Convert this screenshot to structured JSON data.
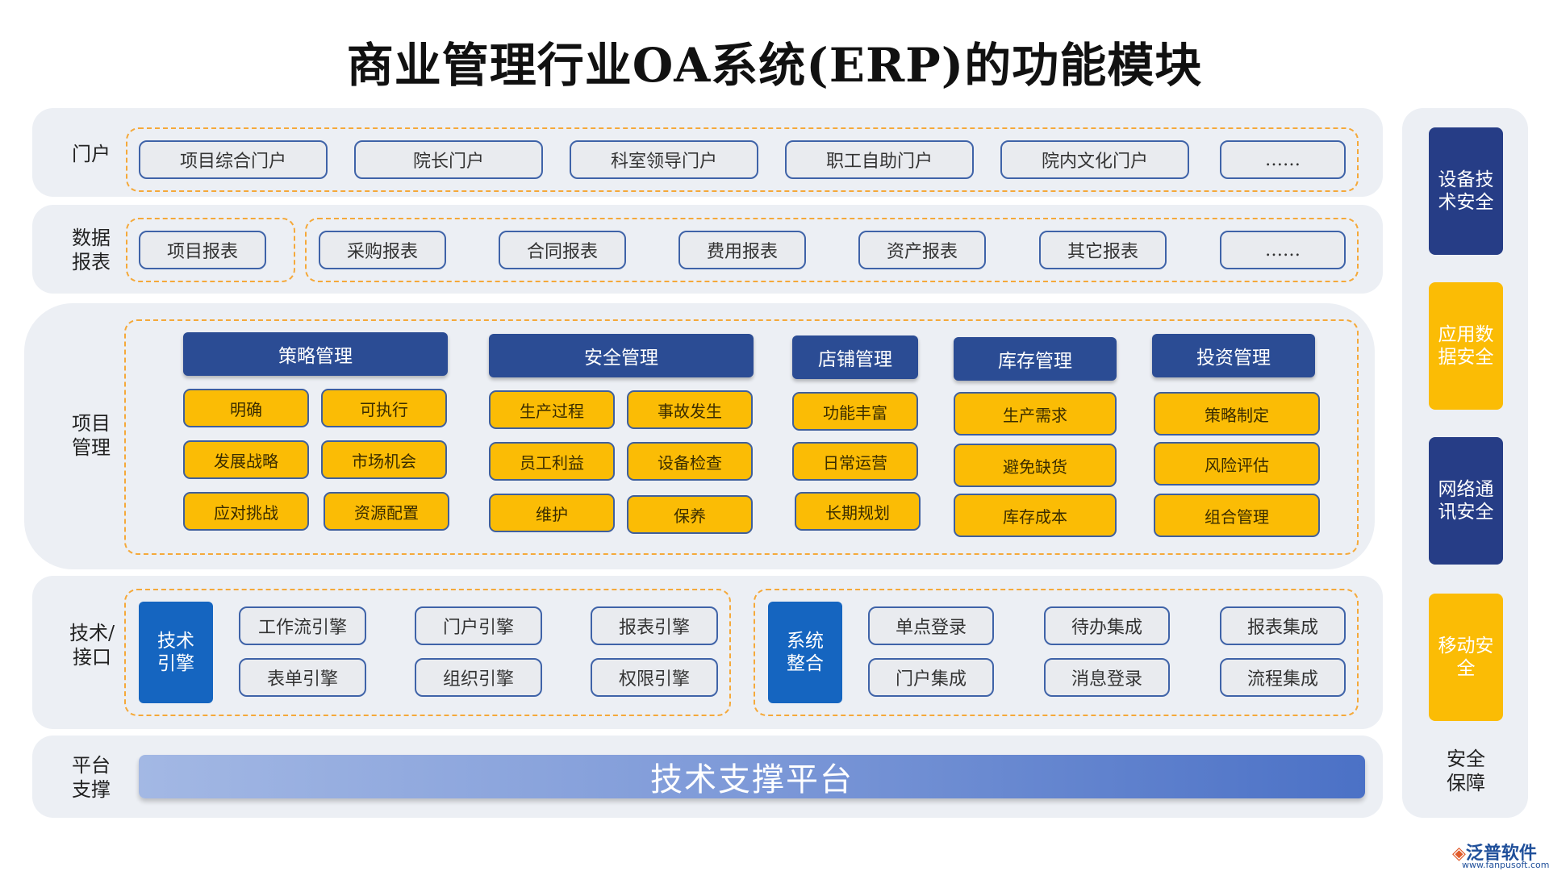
{
  "title": "商业管理行业OA系统(ERP)的功能模块",
  "portal": {
    "label": "门户",
    "items": [
      "项目综合门户",
      "院长门户",
      "科室领导门户",
      "职工自助门户",
      "院内文化门户",
      "……"
    ]
  },
  "reports": {
    "label": "数据\n报表",
    "items": [
      "项目报表",
      "采购报表",
      "合同报表",
      "费用报表",
      "资产报表",
      "其它报表",
      "……"
    ]
  },
  "project": {
    "label": "项目\n管理",
    "groups": [
      {
        "header": "策略管理",
        "items": [
          "明确",
          "可执行",
          "发展战略",
          "市场机会",
          "应对挑战",
          "资源配置"
        ]
      },
      {
        "header": "安全管理",
        "items": [
          "生产过程",
          "事故发生",
          "员工利益",
          "设备检查",
          "维护",
          "保养"
        ]
      },
      {
        "header": "店铺管理",
        "items": [
          "功能丰富",
          "日常运营",
          "长期规划"
        ]
      },
      {
        "header": "库存管理",
        "items": [
          "生产需求",
          "避免缺货",
          "库存成本"
        ]
      },
      {
        "header": "投资管理",
        "items": [
          "策略制定",
          "风险评估",
          "组合管理"
        ]
      }
    ]
  },
  "tech": {
    "label": "技术/\n接口",
    "engine_block": "技术\n引擎",
    "engines": [
      "工作流引擎",
      "门户引擎",
      "报表引擎",
      "表单引擎",
      "组织引擎",
      "权限引擎"
    ],
    "integration_block": "系统\n整合",
    "integrations": [
      "单点登录",
      "待办集成",
      "报表集成",
      "门户集成",
      "消息登录",
      "流程集成"
    ]
  },
  "platform": {
    "label": "平台\n支撑",
    "bar": "技术支撑平台"
  },
  "security": {
    "items": [
      "设备技术安全",
      "应用数据安全",
      "网络通讯安全",
      "移动安全"
    ],
    "label": "安全\n保障"
  },
  "watermark": {
    "brand": "泛普软件",
    "url": "www.fanpusoft.com"
  }
}
